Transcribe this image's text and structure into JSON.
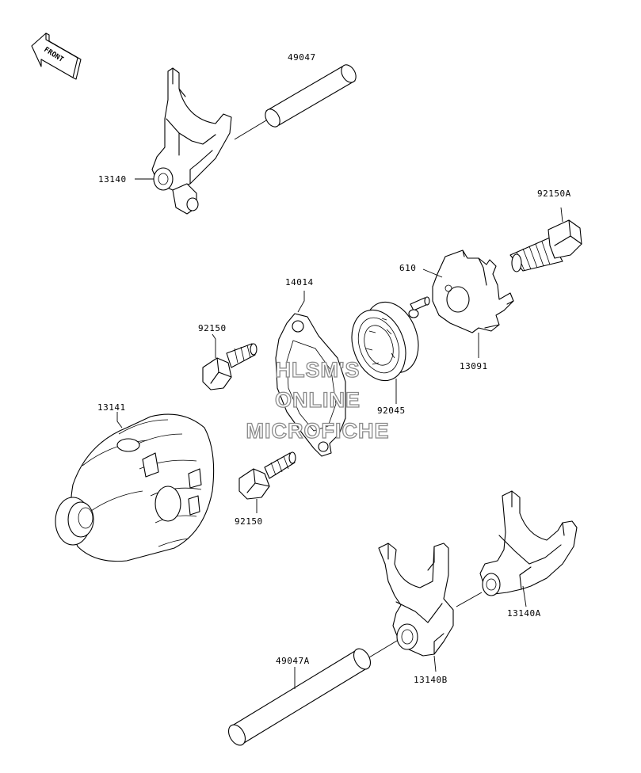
{
  "front_arrow": {
    "label": "FRONT",
    "icon": "front-arrow-icon"
  },
  "parts": {
    "p49047": "49047",
    "p13140": "13140",
    "p92150A": "92150A",
    "p610": "610",
    "p14014": "14014",
    "p92150_top": "92150",
    "p13091": "13091",
    "p92045": "92045",
    "p13141": "13141",
    "p92150_bottom": "92150",
    "p49047A": "49047A",
    "p13140A": "13140A",
    "p13140B": "13140B"
  },
  "watermark": {
    "line1": "HLSM'S",
    "line2": "ONLINE",
    "line3": "MICROFICHE",
    "color": "#8a8a8a"
  }
}
